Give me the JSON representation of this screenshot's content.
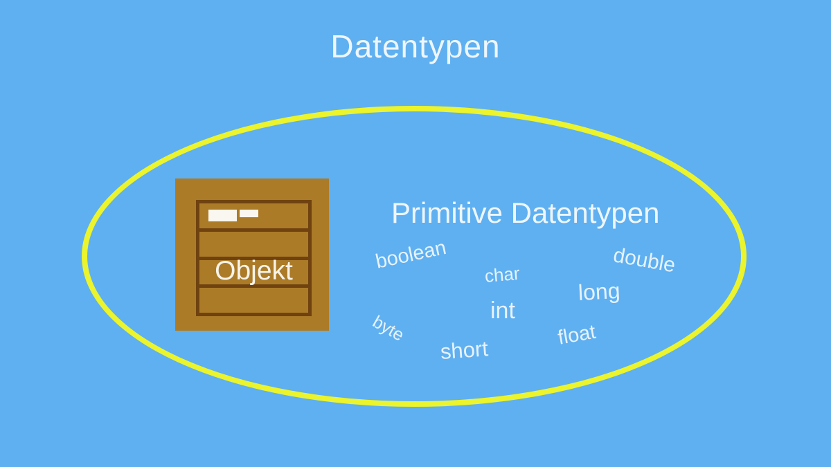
{
  "title": "Datentypen",
  "object_box": {
    "label": "Objekt"
  },
  "primitive": {
    "heading": "Primitive Datentypen",
    "types": [
      "boolean",
      "char",
      "double",
      "long",
      "int",
      "byte",
      "short",
      "float"
    ]
  },
  "colors": {
    "background": "#5fb0f0",
    "ellipse_stroke": "#ebf42c",
    "text": "#eef6fd",
    "cabinet_fill": "#ab7b28",
    "cabinet_frame": "#6f4210",
    "drawer_handle": "#faf7f0"
  }
}
